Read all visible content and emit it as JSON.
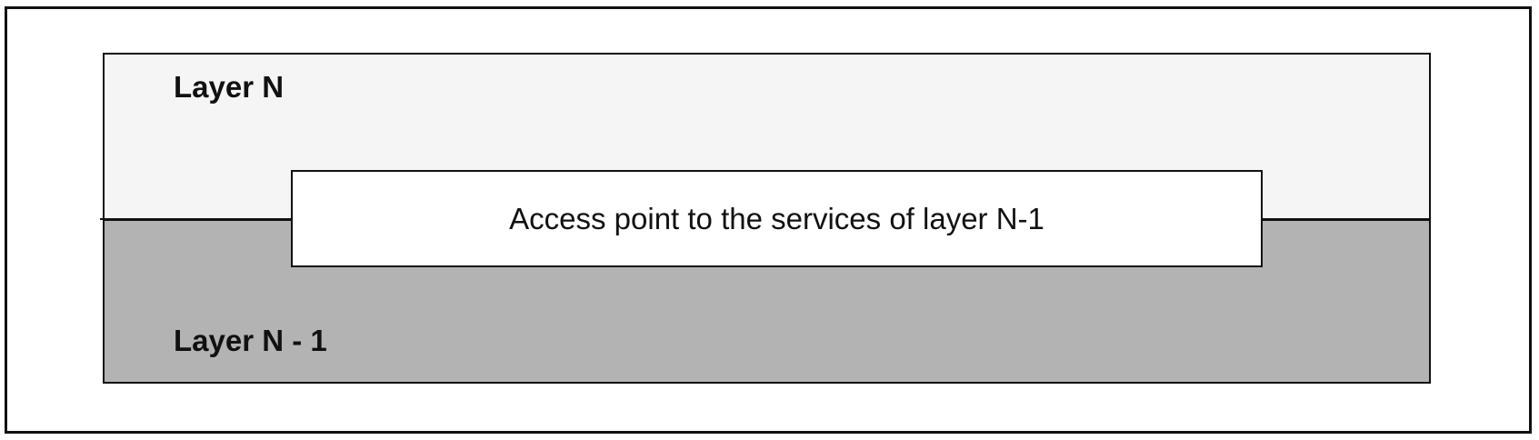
{
  "diagram": {
    "layers": [
      {
        "label": "Layer N",
        "fill": "#f5f5f5"
      },
      {
        "label": "Layer N - 1",
        "fill": "#b3b3b3"
      }
    ],
    "access_point": {
      "label": "Access point to the services of layer N-1",
      "fill": "#ffffff"
    },
    "border_color": "#111111"
  }
}
